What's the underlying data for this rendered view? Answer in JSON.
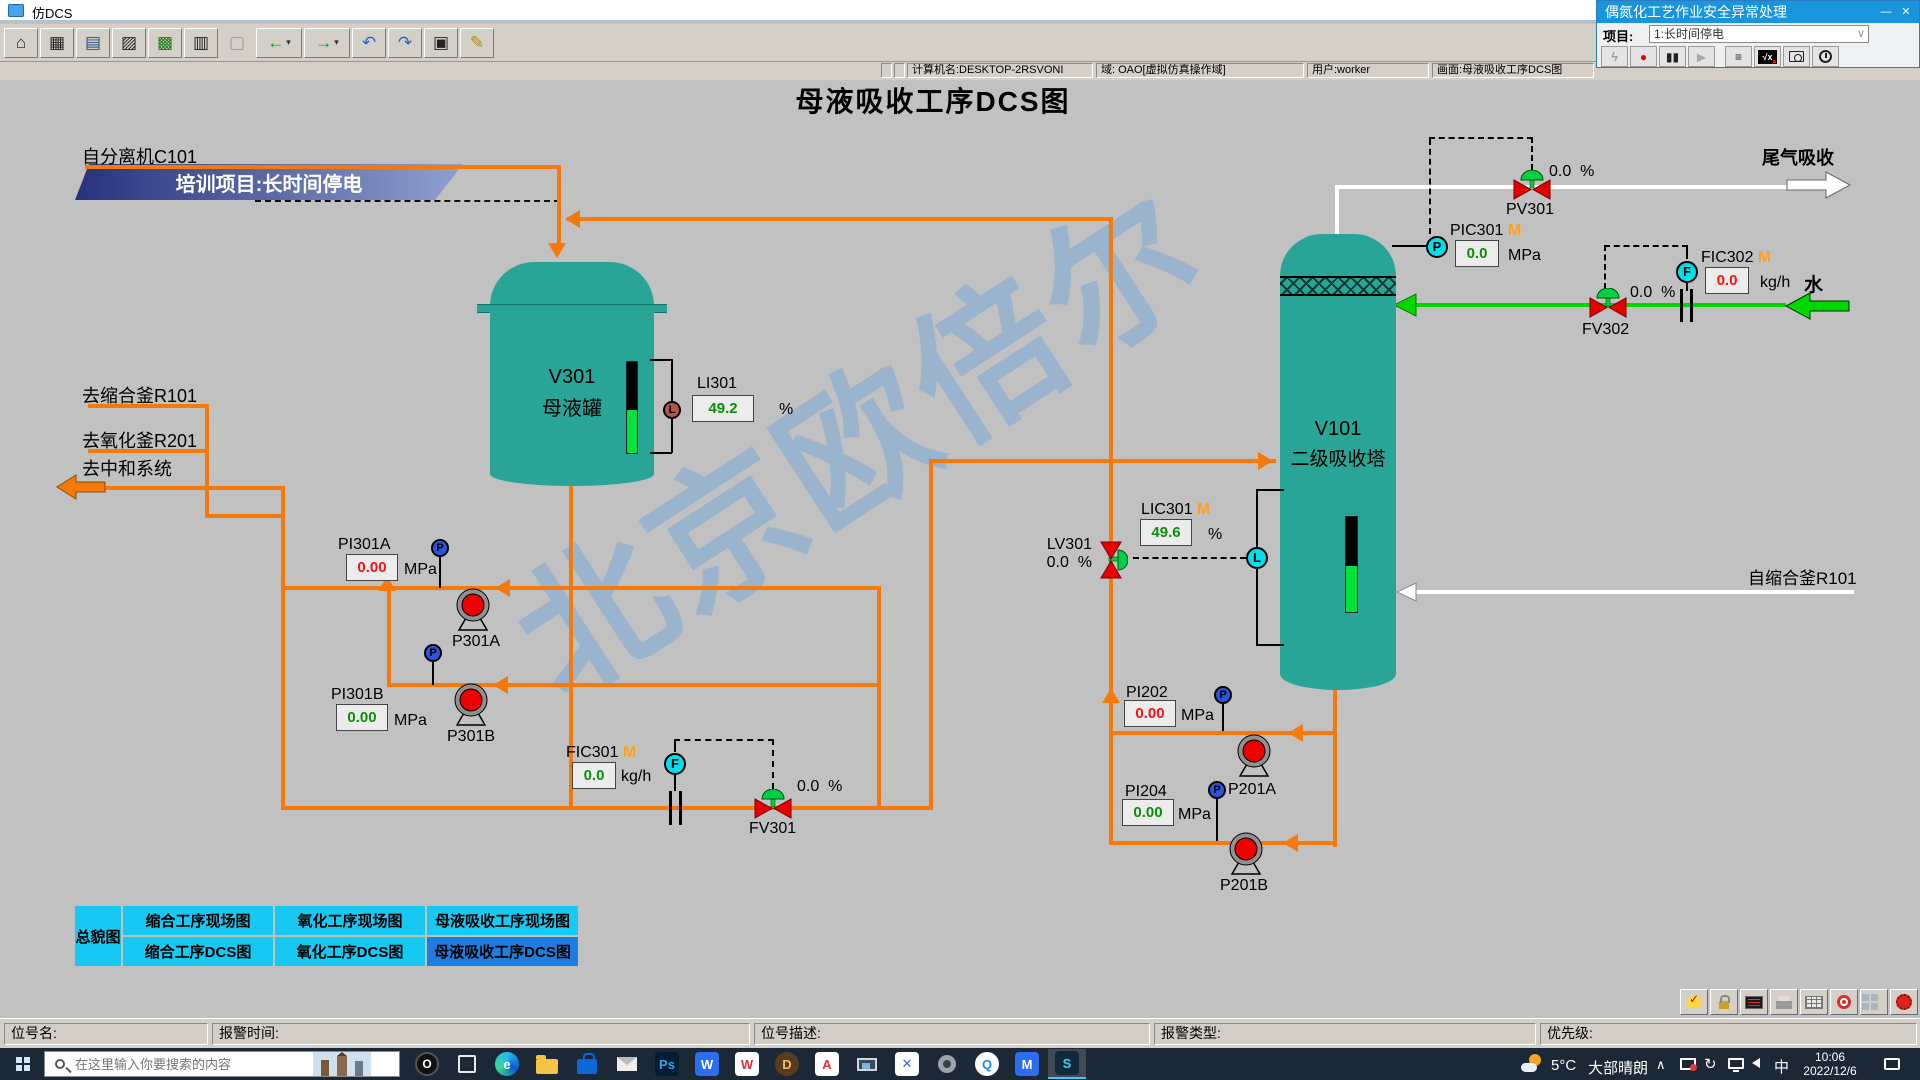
{
  "window": {
    "title": "仿DCS"
  },
  "main_toolbar": {
    "glyphs": [
      "⌂",
      "▦",
      "▤",
      "▨",
      "▩",
      "▥",
      "▢",
      "←",
      "→",
      "↶",
      "↷",
      "▣",
      "✎"
    ],
    "caret": "▾"
  },
  "sim_panel": {
    "title": "偶氮化工艺作业安全异常处理",
    "minimize": "—",
    "close": "✕",
    "project_label": "项目:",
    "project_value": "1:长时间停电",
    "dropdown_glyph": "∨",
    "tools": {
      "power": "ϟ",
      "record": "●",
      "pause": "▮▮",
      "play": "▶",
      "list": "≡"
    }
  },
  "infobar": {
    "computer": "计算机名:DESKTOP-2RSVONI",
    "domain": "域: OAO[虚拟仿真操作域]",
    "user": "用户:worker",
    "screen": "画面:母液吸收工序DCS图"
  },
  "diagram": {
    "banner": "培训项目:长时间停电",
    "title": "母液吸收工序DCS图",
    "watermark": "北京欧倍尔",
    "streams": {
      "from_separator": "自分离机C101",
      "to_r101": "去缩合釜R101",
      "to_r201": "去氧化釜R201",
      "to_neutral": "去中和系统",
      "tail_gas": "尾气吸收",
      "water": "水",
      "from_r101": "自缩合釜R101"
    },
    "v301": {
      "tag": "V301",
      "name": "母液罐"
    },
    "v101": {
      "tag": "V101",
      "name": "二级吸收塔"
    },
    "pumps": {
      "p301a": "P301A",
      "p301b": "P301B",
      "p201a": "P201A",
      "p201b": "P201B"
    },
    "valves": {
      "fv301": {
        "tag": "FV301",
        "pct": "0.0  %"
      },
      "fv302": {
        "tag": "FV302",
        "pct": "0.0  %"
      },
      "pv301": {
        "tag": "PV301",
        "pct": "0.0  %"
      },
      "lv301": {
        "tag": "LV301",
        "pct": "0.0  %"
      }
    },
    "instruments": {
      "li301": {
        "tag": "LI301",
        "value": "49.2",
        "unit": "%"
      },
      "pi301a": {
        "tag": "PI301A",
        "value": "0.00",
        "unit": "MPa"
      },
      "pi301b": {
        "tag": "PI301B",
        "value": "0.00",
        "unit": "MPa"
      },
      "fic301": {
        "tag": "FIC301",
        "mode": "M",
        "value": "0.0",
        "unit": "kg/h"
      },
      "pic301": {
        "tag": "PIC301",
        "mode": "M",
        "value": "0.0",
        "unit": "MPa"
      },
      "fic302": {
        "tag": "FIC302",
        "mode": "M",
        "value": "0.0",
        "unit": "kg/h"
      },
      "lic301": {
        "tag": "LIC301",
        "mode": "M",
        "value": "49.6",
        "unit": "%"
      },
      "pi202": {
        "tag": "PI202",
        "value": "0.00",
        "unit": "MPa"
      },
      "pi204": {
        "tag": "PI204",
        "value": "0.00",
        "unit": "MPa"
      }
    },
    "letters": {
      "flow": "F",
      "pressure": "P",
      "level": "L"
    },
    "nav": {
      "overview": "总貌图",
      "row1": [
        "缩合工序现场图",
        "氧化工序现场图",
        "母液吸收工序现场图"
      ],
      "row2": [
        "缩合工序DCS图",
        "氧化工序DCS图",
        "母液吸收工序DCS图"
      ],
      "active": "母液吸收工序DCS图"
    }
  },
  "alarm_bar": {
    "fields": [
      "位号名:",
      "报警时间:",
      "位号描述:",
      "报警类型:",
      "优先级:"
    ]
  },
  "taskbar": {
    "search_placeholder": "在这里输入你要搜索的内容",
    "app_glyphs": [
      "O",
      "",
      "e",
      "",
      "",
      "",
      "Ps",
      "W",
      "W",
      "D",
      "A",
      "",
      "✕",
      "",
      "Q",
      "M",
      "S"
    ],
    "weather_temp": "5°C",
    "weather_desc": "大部晴朗",
    "tray_chevron": "∧",
    "ime": "中",
    "time": "10:06",
    "date": "2022/12/6"
  },
  "colors": {
    "pipe_orange": "#f5790b",
    "pipe_green": "#00d800",
    "equipment_teal": "#28a596",
    "value_green": "#0b8f0b",
    "value_red": "#ff1010",
    "mode_orange": "#ffa020",
    "nav_cyan": "#16c8f2",
    "nav_active_blue": "#1d7ee0",
    "panel_title_blue": "#1895db"
  }
}
